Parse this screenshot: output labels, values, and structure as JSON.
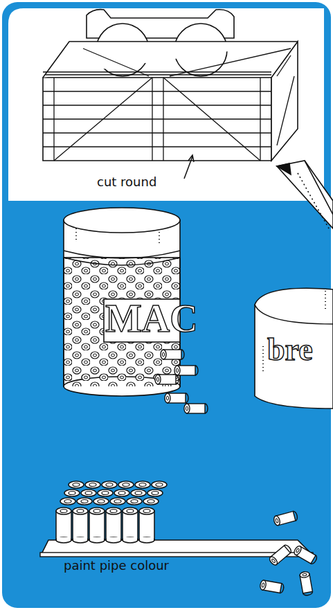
{
  "diagram": {
    "labels": [
      "cut round",
      "MAC",
      "bre",
      "paint pipe colour"
    ]
  }
}
